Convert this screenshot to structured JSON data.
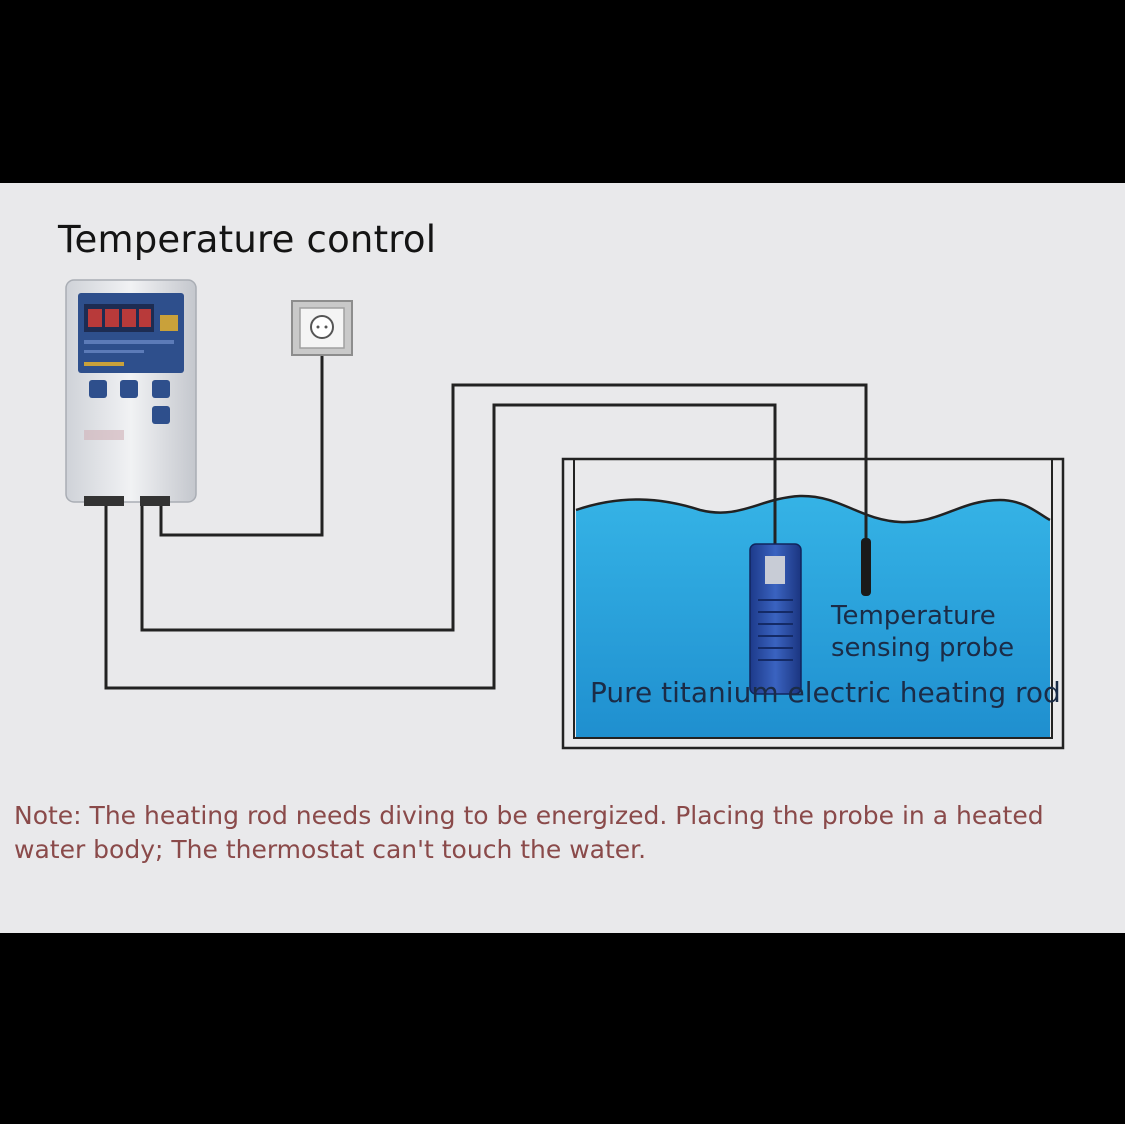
{
  "title": "Temperature control",
  "labels": {
    "probe": "Temperature\nsensing probe",
    "rod": "Pure titanium electric heating rod"
  },
  "note": "Note: The heating rod needs diving to be energized. Placing the probe in a heated water body; The thermostat can't touch the water.",
  "colors": {
    "background": "#e9e9eb",
    "letterbox": "#000000",
    "water": "#2aa6dc",
    "wire": "#222222",
    "note_text": "#8a4a4a",
    "controller_panel": "#2e4f8c"
  },
  "icons": [
    "thermostat-controller-icon",
    "wall-socket-icon",
    "heating-rod-icon",
    "probe-icon",
    "water-tank-icon"
  ]
}
